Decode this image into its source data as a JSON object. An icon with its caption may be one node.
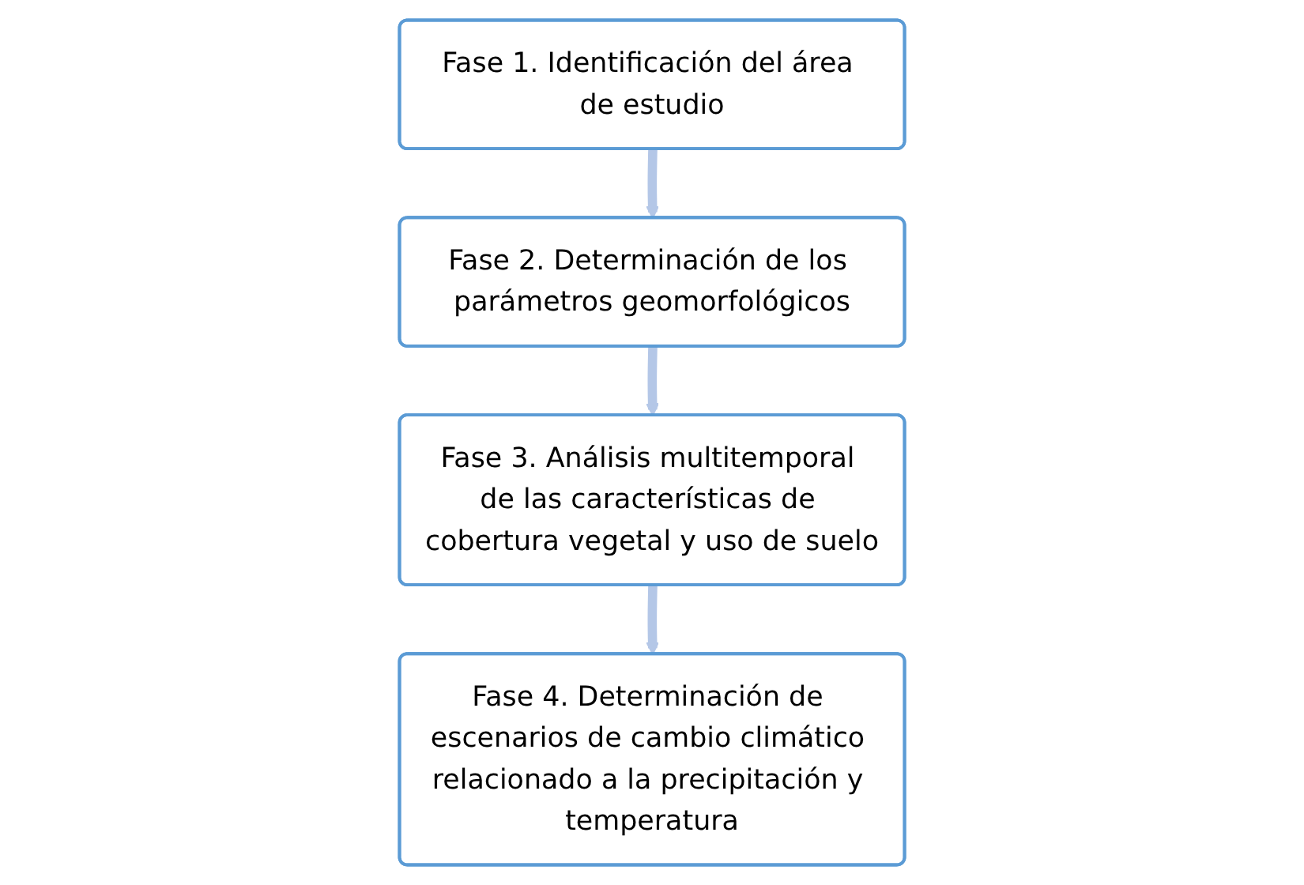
{
  "diagram": {
    "nodes": [
      {
        "text": [
          "Fase 1. Identificación del área de estudio"
        ]
      },
      {
        "text": [
          "Fase 2. Determinación de los parámetros geomorfológicos"
        ]
      },
      {
        "text": [
          "Fase 3. Análisis multitemporal de las características de cobertura vegetal y uso de suelo"
        ]
      },
      {
        "text": [
          "Fase 4. Determinación de escenarios de cambio climático relacionado a la precipitación y temperatura"
        ]
      }
    ],
    "edges": [
      {
        "from": 0,
        "to": 1,
        "arrow": "to"
      },
      {
        "from": 1,
        "to": 2,
        "arrow": "to"
      },
      {
        "from": 2,
        "to": 3,
        "arrow": "to"
      }
    ]
  }
}
